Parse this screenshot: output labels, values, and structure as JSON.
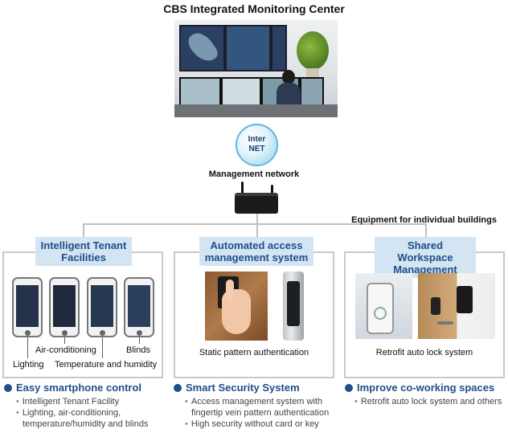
{
  "title": "CBS Integrated Monitoring Center",
  "internet": {
    "line1": "Inter",
    "line2": "NET"
  },
  "network_label": "Management network",
  "equipment_label": "Equipment for individual buildings",
  "panels": [
    {
      "header_line1": "Intelligent Tenant",
      "header_line2": "Facilities",
      "captions": {
        "lighting": "Lighting",
        "air": "Air-conditioning",
        "temp": "Temperature and humidity",
        "blinds": "Blinds"
      },
      "bullet_title": "Easy smartphone control",
      "items": [
        "Intelligent Tenant Facility",
        "Lighting, air-conditioning,",
        "temperature/humidity and blinds"
      ]
    },
    {
      "header_line1": "Automated access",
      "header_line2": "management system",
      "caption": "Static pattern authentication",
      "bullet_title": "Smart Security System",
      "items": [
        "Access management system with",
        "fingertip vein pattern authentication",
        "High security without card or key"
      ]
    },
    {
      "header_line1": "Shared Workspace",
      "header_line2": "Management",
      "caption": "Retrofit auto lock system",
      "bullet_title": "Improve co-working spaces",
      "items": [
        "Retrofit auto lock system and others"
      ]
    }
  ],
  "colors": {
    "accent": "#1f4e89",
    "header_bg": "#d3e4f3",
    "line": "#bfbfbf"
  },
  "icons": [
    "globe-icon",
    "router-icon",
    "smartphone-icon",
    "vein-reader-icon",
    "smart-lock-icon"
  ]
}
